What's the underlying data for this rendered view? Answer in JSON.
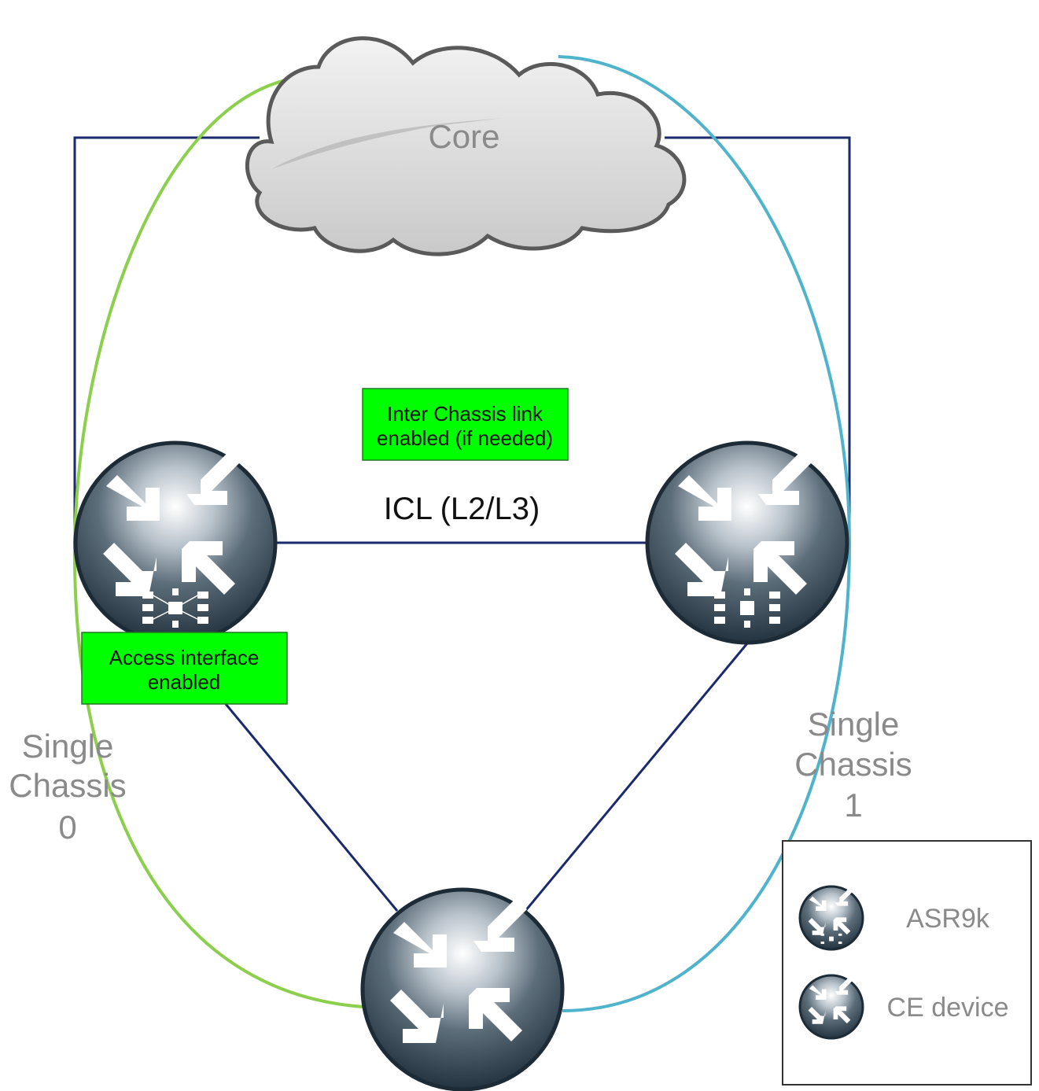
{
  "cloud": {
    "label": "Core"
  },
  "notes": {
    "icl_note": [
      "Inter Chassis link",
      "enabled (if needed)"
    ],
    "access_note": [
      "Access interface",
      "enabled"
    ]
  },
  "links": {
    "icl_label": "ICL (L2/L3)"
  },
  "groups": {
    "chassis0": [
      "Single",
      "Chassis",
      "0"
    ],
    "chassis1": [
      "Single",
      "Chassis",
      "1"
    ]
  },
  "legend": {
    "asr9k": "ASR9k",
    "ce": "CE device"
  },
  "colors": {
    "link": "#1a2a6c",
    "chassis0_ring": "#8ccf4d",
    "chassis1_ring": "#4fb3cc",
    "note_fill": "#00ff00",
    "group_label": "#8a8a8a",
    "cloud_label": "#8a8a8a"
  }
}
